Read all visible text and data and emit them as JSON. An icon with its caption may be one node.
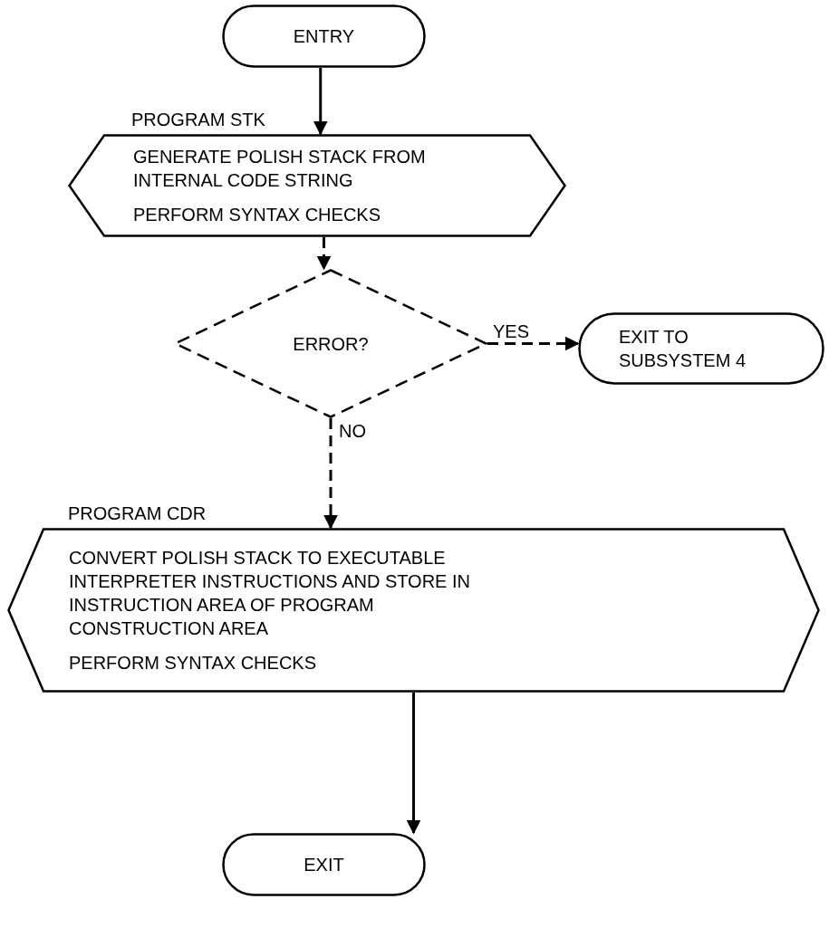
{
  "diagram": {
    "nodes": [
      {
        "text": [
          "ENTRY"
        ]
      },
      {
        "text": [
          "PROGRAM STK",
          "GENERATE POLISH STACK FROM INTERNAL CODE STRING",
          "PERFORM SYNTAX CHECKS"
        ]
      },
      {
        "text": [
          "ERROR?"
        ]
      },
      {
        "text": [
          "EXIT TO SUBSYSTEM 4"
        ]
      },
      {
        "text": [
          "PROGRAM CDR",
          "CONVERT POLISH STACK TO EXECUTABLE INTERPRETER INSTRUCTIONS AND STORE IN INSTRUCTION AREA OF PROGRAM CONSTRUCTION AREA",
          "PERFORM SYNTAX CHECKS"
        ]
      },
      {
        "text": [
          "EXIT"
        ]
      }
    ],
    "edges": [
      {
        "from": 0,
        "to": 1,
        "arrow": "to"
      },
      {
        "from": 1,
        "to": 2,
        "arrow": "to",
        "style": "dashed"
      },
      {
        "from": 2,
        "to": 3,
        "arrow": "to",
        "style": "dashed",
        "label": "YES"
      },
      {
        "from": 2,
        "to": 4,
        "arrow": "to",
        "style": "dashed",
        "label": "NO"
      },
      {
        "from": 4,
        "to": 5,
        "arrow": "to"
      }
    ]
  }
}
